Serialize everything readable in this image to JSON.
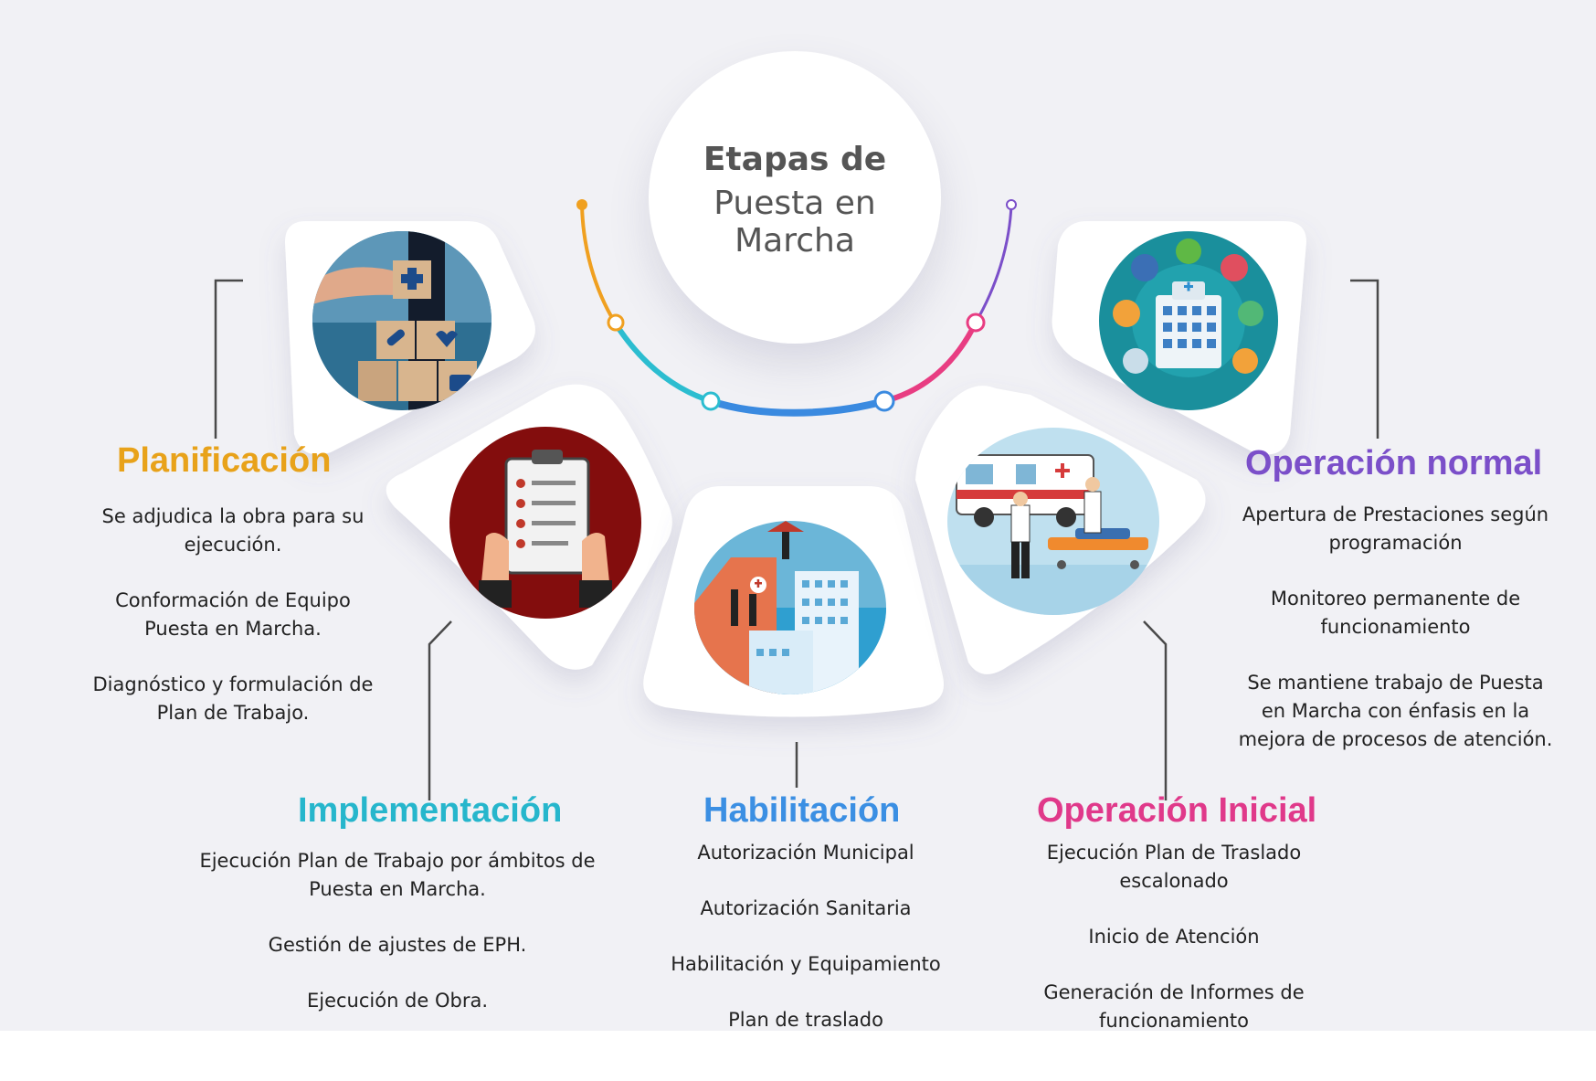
{
  "center": {
    "title_line1": "Etapas de",
    "title_line2": "Puesta en Marcha"
  },
  "colors": {
    "planificacion": "#e8a21a",
    "implementacion": "#26b6cc",
    "habilitacion": "#3b8fe3",
    "operacion_inicial": "#e0398a",
    "operacion_normal": "#7b4fc9"
  },
  "stages": [
    {
      "title": "Planificación",
      "icon": "medical-blocks-icon",
      "items": [
        "Se adjudica la obra para su ejecución.",
        "Conformación de Equipo Puesta en Marcha.",
        "Diagnóstico y formulación de Plan de Trabajo."
      ]
    },
    {
      "title": "Implementación",
      "icon": "clipboard-checklist-icon",
      "items": [
        "Ejecución Plan de Trabajo por ámbitos de Puesta en Marcha.",
        "Gestión de ajustes de EPH.",
        "Ejecución de Obra."
      ]
    },
    {
      "title": "Habilitación",
      "icon": "hospital-building-icon",
      "items": [
        "Autorización Municipal",
        "Autorización Sanitaria",
        "Habilitación y Equipamiento",
        "Plan de traslado"
      ]
    },
    {
      "title": "Operación Inicial",
      "icon": "ambulance-stretcher-icon",
      "items": [
        "Ejecución Plan de Traslado escalonado",
        "Inicio de Atención",
        "Generación de Informes de funcionamiento"
      ]
    },
    {
      "title": "Operación normal",
      "icon": "hospital-services-icon",
      "items": [
        "Apertura de Prestaciones según programación",
        "Monitoreo permanente de funcionamiento",
        "Se mantiene trabajo de Puesta en Marcha con énfasis en la mejora de procesos de atención."
      ]
    }
  ]
}
